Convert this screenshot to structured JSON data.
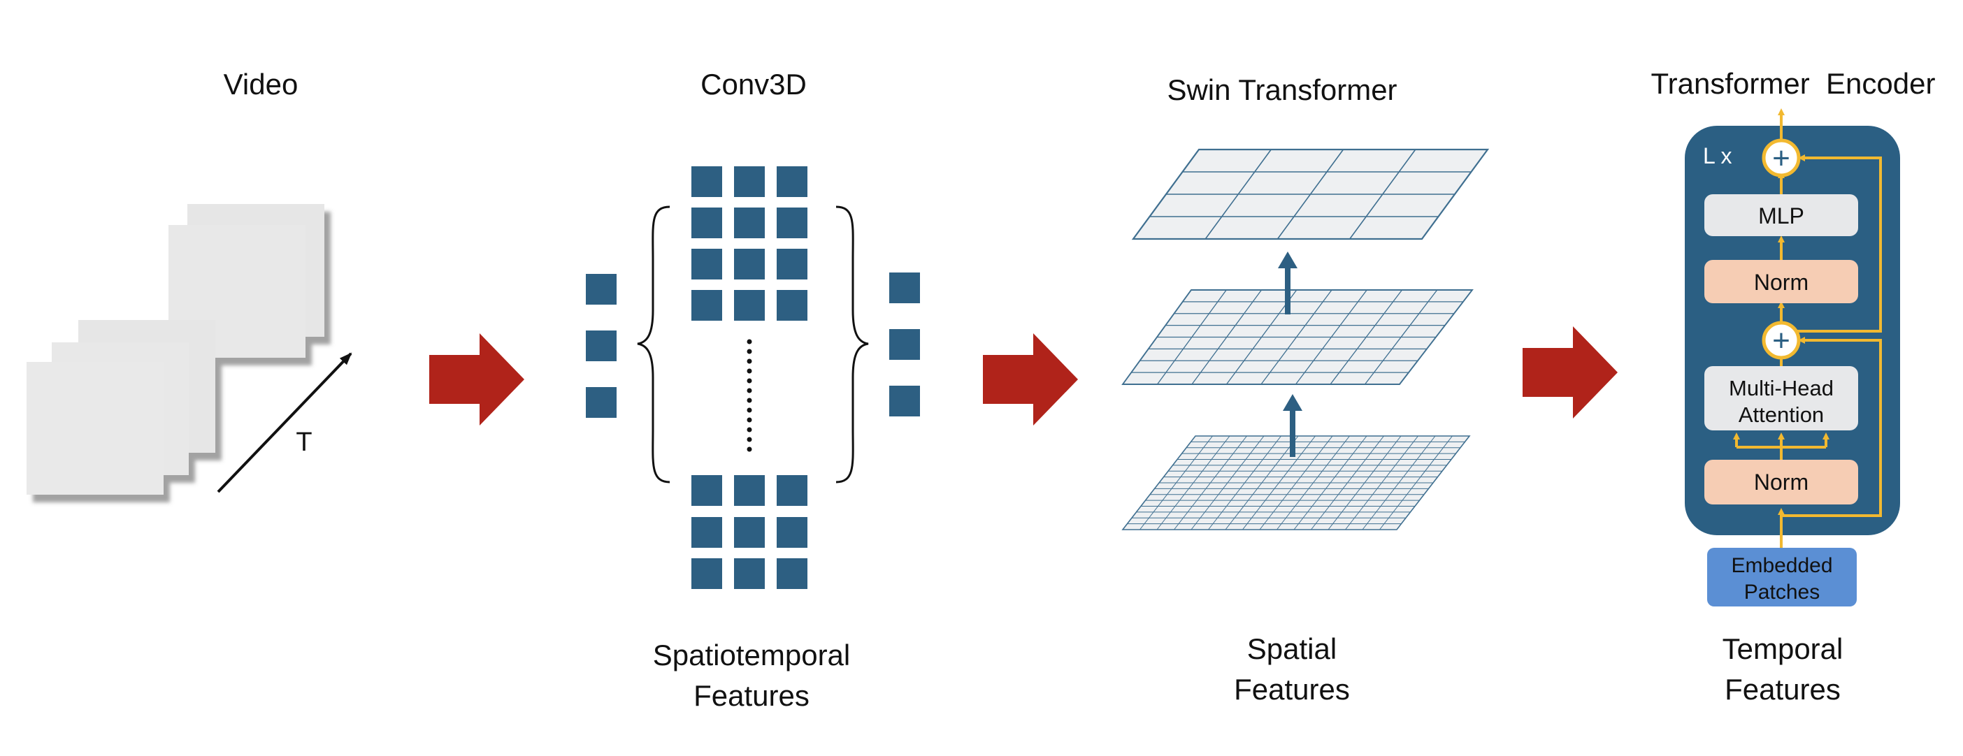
{
  "video": {
    "title": "Video",
    "time_label": "T"
  },
  "conv3d": {
    "title": "Conv3D",
    "caption_line1": "Spatiotemporal",
    "caption_line2": "Features"
  },
  "swin": {
    "title": "Swin Transformer",
    "caption_line1": "Spatial",
    "caption_line2": "Features"
  },
  "encoder": {
    "title": "Transformer  Encoder",
    "repeat_label": "L x",
    "mlp_label": "MLP",
    "norm_top_label": "Norm",
    "attention_line1": "Multi-Head",
    "attention_line2": "Attention",
    "norm_bottom_label": "Norm",
    "add_symbol": "+",
    "embedded_line1": "Embedded",
    "embedded_line2": "Patches",
    "caption_line1": "Temporal",
    "caption_line2": "Features"
  },
  "colors": {
    "patch": "#2d5f82",
    "arrow": "#b0231a",
    "encoder_bg": "#2b5f83",
    "norm": "#f6cdb4",
    "mlp": "#e7e8ea",
    "embedded": "#5b8fd4",
    "connector": "#f2b930",
    "frame": "#e8e8e8",
    "grid_fill": "#eef0f2",
    "grid_line": "#3f6f90"
  }
}
